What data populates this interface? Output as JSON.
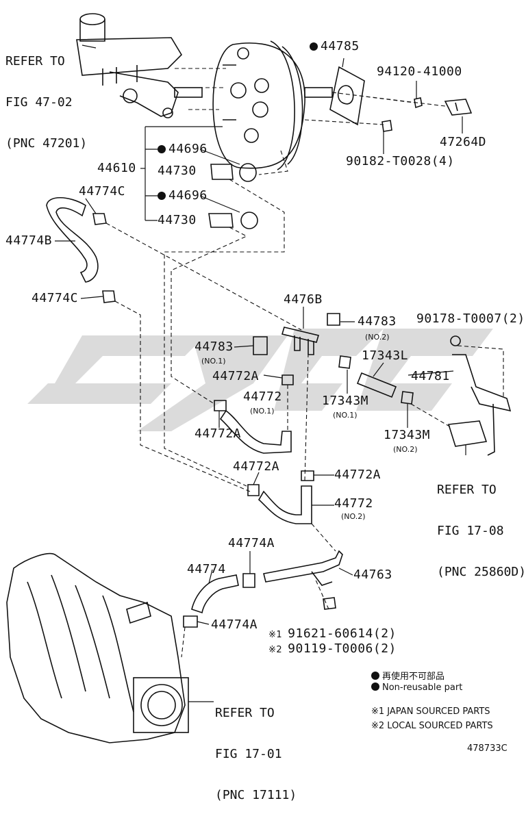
{
  "refs": {
    "master_cylinder": [
      "REFER TO",
      "FIG 47-02",
      "(PNC 47201)"
    ],
    "canister_valve": [
      "REFER TO",
      "FIG 17-08",
      "(PNC 25860D)"
    ],
    "throttle_body": [
      "REFER TO",
      "FIG 17-01",
      "(PNC 17111)"
    ]
  },
  "labels": {
    "p44785": "44785",
    "p9412041000": "94120-41000",
    "p47264d": "47264D",
    "p90182": "90182-T0028(4)",
    "p44610": "44610",
    "p44696a": "44696",
    "p44730a": "44730",
    "p44696b": "44696",
    "p44730b": "44730",
    "p44774c_top": "44774C",
    "p44774b": "44774B",
    "p44774c_bot": "44774C",
    "p4476b": "4476B",
    "p44783_no2": "44783",
    "no2_a": "(NO.2)",
    "p90178": "90178-T0007(2)",
    "p44783_no1": "44783",
    "no1_a": "(NO.1)",
    "p17343l": "17343L",
    "p44772a_1": "44772A",
    "p44781": "44781",
    "p44772_no1": "44772",
    "no1_b": "(NO.1)",
    "p17343m_no1": "17343M",
    "no1_c": "(NO.1)",
    "p44772a_2": "44772A",
    "p17343m_no2": "17343M",
    "no2_b": "(NO.2)",
    "p44772a_3": "44772A",
    "p44772a_4": "44772A",
    "p44772_no2": "44772",
    "no2_c": "(NO.2)",
    "p44774a_top": "44774A",
    "p44774": "44774",
    "p44763": "44763",
    "p44774a_bot": "44774A",
    "p91621": "91621-60614(2)",
    "p90119": "90119-T0006(2)",
    "mark1": "※1",
    "mark2": "※2"
  },
  "legend": {
    "japanese": "再使用不可部品",
    "english": "Non-reusable part"
  },
  "notes": {
    "n1": "※1 JAPAN SOURCED PARTS",
    "n2": "※2 LOCAL SOURCED PARTS"
  },
  "figure_id": "478733C"
}
